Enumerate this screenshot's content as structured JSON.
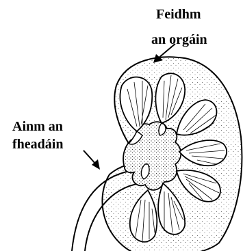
{
  "labels": {
    "organ_line1": "Feidhm",
    "organ_line2": "an orgáin",
    "tube_line1": "Ainm an",
    "tube_line2": "fheadáin"
  }
}
